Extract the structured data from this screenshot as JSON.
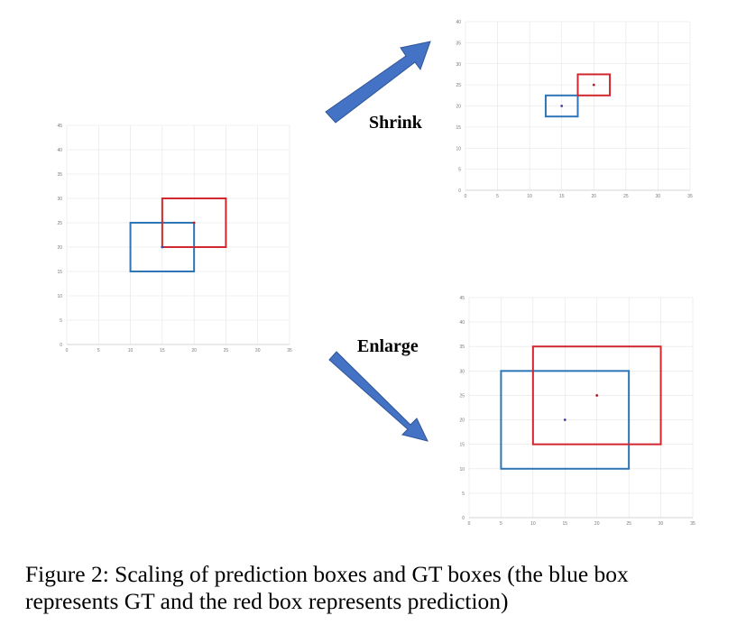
{
  "labels": {
    "shrink": "Shrink",
    "enlarge": "Enlarge"
  },
  "caption": {
    "line1": "Figure 2: Scaling of prediction boxes and GT boxes (the blue box",
    "line2": "represents GT and the red box represents prediction)"
  },
  "colors": {
    "gt_box": "#2E75B6",
    "prediction_box": "#D0282E",
    "arrow": "#4472C4",
    "grid": "#E4E4E4"
  },
  "chart_data": [
    {
      "type": "scatter",
      "title": "",
      "xlim": [
        0,
        35
      ],
      "ylim": [
        0,
        45
      ],
      "x_ticks": [
        0,
        5,
        10,
        15,
        20,
        25,
        30,
        35
      ],
      "y_ticks": [
        0,
        5,
        10,
        15,
        20,
        25,
        30,
        35,
        40,
        45
      ],
      "grid": true,
      "boxes": [
        {
          "role": "GT",
          "color": "blue",
          "x_min": 10,
          "x_max": 20,
          "y_min": 15,
          "y_max": 25
        },
        {
          "role": "prediction",
          "color": "red",
          "x_min": 15,
          "x_max": 25,
          "y_min": 20,
          "y_max": 30
        }
      ],
      "center_points": [
        {
          "role": "GT",
          "x": 15,
          "y": 20
        },
        {
          "role": "prediction",
          "x": 20,
          "y": 25
        }
      ]
    },
    {
      "type": "scatter",
      "title": "",
      "xlim": [
        0,
        35
      ],
      "ylim": [
        0,
        40
      ],
      "x_ticks": [
        0,
        5,
        10,
        15,
        20,
        25,
        30,
        35
      ],
      "y_ticks": [
        0,
        5,
        10,
        15,
        20,
        25,
        30,
        35,
        40
      ],
      "grid": true,
      "boxes": [
        {
          "role": "GT",
          "color": "blue",
          "x_min": 12.5,
          "x_max": 17.5,
          "y_min": 17.5,
          "y_max": 22.5
        },
        {
          "role": "prediction",
          "color": "red",
          "x_min": 17.5,
          "x_max": 22.5,
          "y_min": 22.5,
          "y_max": 27.5
        }
      ],
      "center_points": [
        {
          "role": "GT",
          "x": 15,
          "y": 20
        },
        {
          "role": "prediction",
          "x": 20,
          "y": 25
        }
      ]
    },
    {
      "type": "scatter",
      "title": "",
      "xlim": [
        0,
        35
      ],
      "ylim": [
        0,
        45
      ],
      "x_ticks": [
        0,
        5,
        10,
        15,
        20,
        25,
        30,
        35
      ],
      "y_ticks": [
        0,
        5,
        10,
        15,
        20,
        25,
        30,
        35,
        40,
        45
      ],
      "grid": true,
      "boxes": [
        {
          "role": "GT",
          "color": "blue",
          "x_min": 5,
          "x_max": 25,
          "y_min": 10,
          "y_max": 30
        },
        {
          "role": "prediction",
          "color": "red",
          "x_min": 10,
          "x_max": 30,
          "y_min": 15,
          "y_max": 35
        }
      ],
      "center_points": [
        {
          "role": "GT",
          "x": 15,
          "y": 20
        },
        {
          "role": "prediction",
          "x": 20,
          "y": 25
        }
      ]
    }
  ]
}
